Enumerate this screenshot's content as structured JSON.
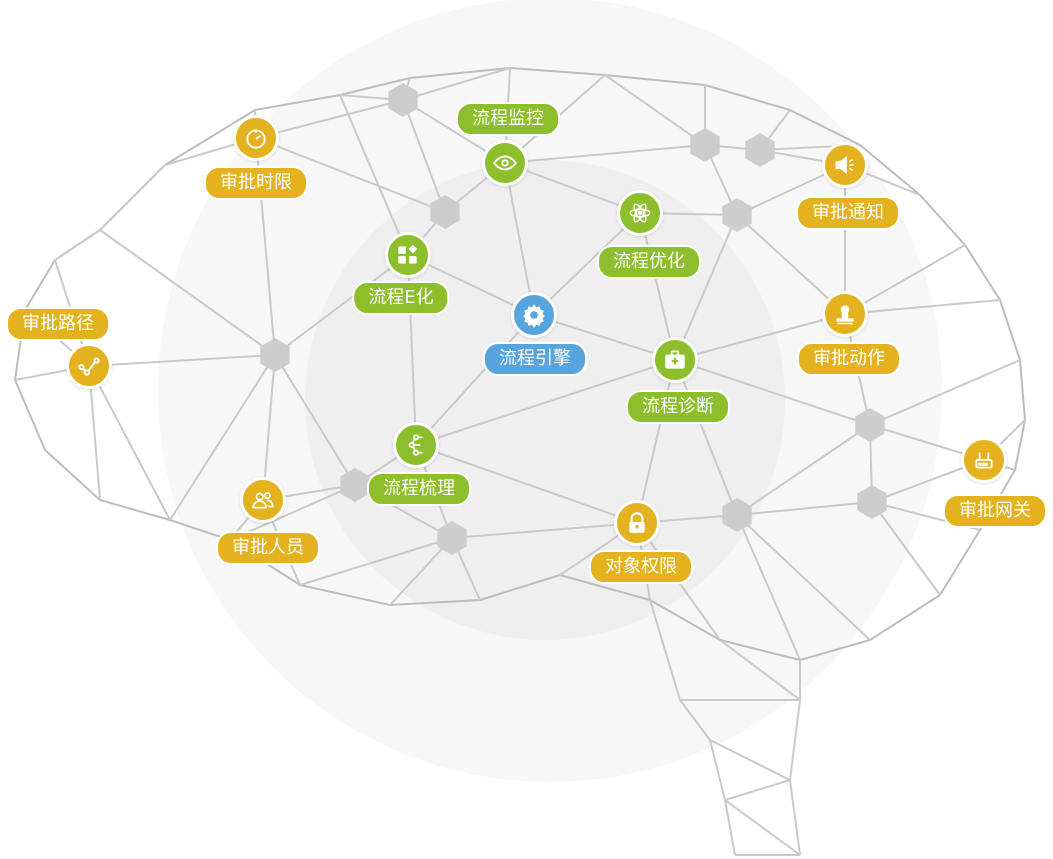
{
  "colors": {
    "approval": "#e3b21e",
    "process": "#8cbf2b",
    "engine": "#58a5dd",
    "network": "#c8c8c8"
  },
  "nodes": {
    "approval_time": {
      "label": "审批时限",
      "icon": "timer-icon"
    },
    "process_monitor": {
      "label": "流程监控",
      "icon": "eye-icon"
    },
    "approval_notice": {
      "label": "审批通知",
      "icon": "speaker-icon"
    },
    "process_optimize": {
      "label": "流程优化",
      "icon": "atom-icon"
    },
    "process_e": {
      "label": "流程E化",
      "icon": "apps-icon"
    },
    "approval_path": {
      "label": "审批路径",
      "icon": "path-icon"
    },
    "process_engine": {
      "label": "流程引擎",
      "icon": "gear-icon"
    },
    "approval_action": {
      "label": "审批动作",
      "icon": "stamp-icon"
    },
    "process_diagnose": {
      "label": "流程诊断",
      "icon": "medkit-icon"
    },
    "process_sort": {
      "label": "流程梳理",
      "icon": "flow-icon"
    },
    "approval_gateway": {
      "label": "审批网关",
      "icon": "router-icon"
    },
    "approval_people": {
      "label": "审批人员",
      "icon": "users-icon"
    },
    "object_permission": {
      "label": "对象权限",
      "icon": "lock-icon"
    }
  }
}
